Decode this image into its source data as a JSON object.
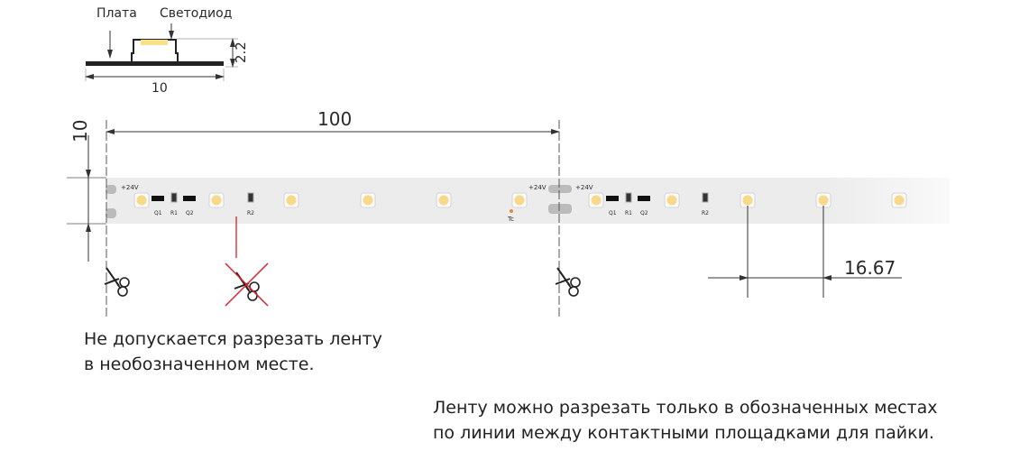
{
  "cross_section": {
    "label_board": "Плата",
    "label_led": "Светодиод",
    "height_dim": "2.2",
    "width_dim": "10"
  },
  "strip": {
    "length_dim": "100",
    "width_dim": "10",
    "led_pitch_dim": "16.67",
    "voltage_label": "+24V",
    "components": [
      "Q1",
      "R1",
      "Q2",
      "R2"
    ],
    "tc_label": "Tc",
    "colors": {
      "strip": "#ececec",
      "led": "#f8d98a",
      "forbidden": "#d9202a"
    }
  },
  "notes": {
    "forbidden_line1": "Не допускается разрезать ленту",
    "forbidden_line2": "в необозначенном месте.",
    "allowed_line1": "Ленту можно разрезать только в обозначенных местах",
    "allowed_line2": "по линии между контактными площадками для пайки."
  }
}
